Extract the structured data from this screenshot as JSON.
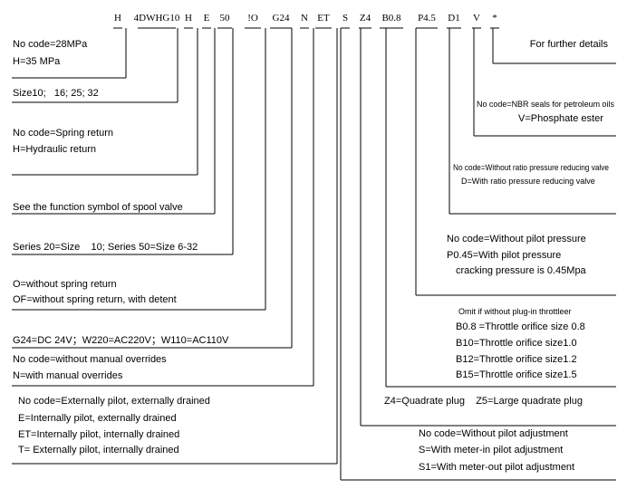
{
  "code_segments": [
    "H",
    "4DWHG10",
    "H",
    "E",
    "50",
    "!O",
    "G24",
    "N",
    "ET",
    "S",
    "Z4",
    "B0.8",
    "P4.5",
    "D1",
    "V",
    "*"
  ],
  "left_notes": {
    "pressure": [
      "No code=28MPa",
      "H=35 MPa"
    ],
    "size": "Size10;   16; 25; 32",
    "return": [
      "No code=Spring return",
      "H=Hydraulic return"
    ],
    "spool": "See the function symbol of spool valve",
    "series": "Series 20=Size    10; Series 50=Size 6-32",
    "detent": [
      "O=without spring return",
      "OF=without spring return, with detent"
    ],
    "voltage": "G24=DC 24V；W220=AC220V；W110=AC110V",
    "manual": [
      "No code=without manual overrides",
      "N=with manual overrides"
    ],
    "pilot_drain": [
      "No code=Externally pilot, externally drained",
      "E=Internally pilot, externally drained",
      "ET=Internally pilot, internally drained",
      "T= Externally pilot, internally drained"
    ]
  },
  "right_notes": {
    "further": "For further details",
    "seals": [
      "No code=NBR seals for petroleum oils",
      "V=Phosphate ester"
    ],
    "reducing": [
      "No code=Without ratio pressure reducing valve",
      "D=With ratio pressure reducing valve"
    ],
    "pilot_pressure": [
      "No code=Without pilot pressure",
      "P0.45=With pilot pressure",
      "cracking pressure is 0.45Mpa"
    ],
    "throttle": [
      "Omit if without plug-in throttleer",
      "B0.8 =Throttle orifice size 0.8",
      "B10=Throttle orifice size1.0",
      "B12=Throttle orifice size1.2",
      "B15=Throttle orifice size1.5"
    ],
    "plug": "Z4=Quadrate plug    Z5=Large quadrate plug",
    "pilot_adjust": [
      "No code=Without pilot adjustment",
      "S=With meter-in pilot adjustment",
      "S1=With meter-out pilot adjustment"
    ]
  }
}
